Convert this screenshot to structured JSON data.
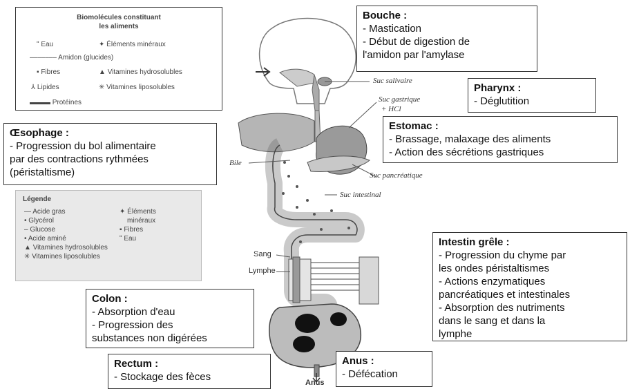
{
  "biomolecules": {
    "title_line1": "Biomolécules constituant",
    "title_line2": "les aliments",
    "items": {
      "eau": "Eau",
      "mineraux": "Éléments minéraux",
      "amidon": "Amidon (glucides)",
      "fibres": "Fibres",
      "vit_hydro": "Vitamines hydrosolubles",
      "lipides": "Lipides",
      "vit_lipo": "Vitamines liposolubles",
      "proteines": "Protéines"
    }
  },
  "legend": {
    "title": "Légende",
    "left": [
      "Acide gras",
      "Glycérol",
      "Glucose",
      "Acide aminé",
      "Vitamines hydrosolubles",
      "Vitamines liposolubles"
    ],
    "right_line1": "Éléments",
    "right_line2": "minéraux",
    "right": [
      "Fibres",
      "Eau"
    ]
  },
  "labels": {
    "suc_salivaire": "Suc salivaire",
    "suc_gastrique": "Suc gastrique",
    "hcl": "+ HCl",
    "bile": "Bile",
    "suc_pancreatique": "Suc pancréatique",
    "suc_intestinal": "Suc intestinal",
    "sang": "Sang",
    "lymphe": "Lymphe",
    "anus": "Anus"
  },
  "boxes": {
    "bouche": {
      "title": "Bouche :",
      "lines": [
        "- Mastication",
        "- Début de digestion de",
        "l'amidon par l'amylase"
      ]
    },
    "pharynx": {
      "title": "Pharynx :",
      "lines": [
        "- Déglutition"
      ]
    },
    "oesophage": {
      "title": "Œsophage :",
      "lines": [
        "- Progression du bol alimentaire",
        "par des contractions rythmées",
        "(péristaltisme)"
      ]
    },
    "estomac": {
      "title": "Estomac :",
      "lines": [
        "- Brassage, malaxage des aliments",
        "- Action des sécrétions gastriques"
      ]
    },
    "intestin": {
      "title": "Intestin grêle :",
      "lines": [
        "- Progression du chyme par",
        "les ondes péristaltismes",
        "- Actions enzymatiques",
        "pancréatiques et intestinales",
        "- Absorption des nutriments",
        "dans le sang et dans la",
        "lymphe"
      ]
    },
    "colon": {
      "title": "Colon :",
      "lines": [
        "- Absorption d'eau",
        "- Progression des",
        "substances non digérées"
      ]
    },
    "rectum": {
      "title": "Rectum :",
      "lines": [
        "- Stockage des fèces"
      ]
    },
    "anus": {
      "title": "Anus :",
      "lines": [
        "- Défécation"
      ]
    }
  }
}
